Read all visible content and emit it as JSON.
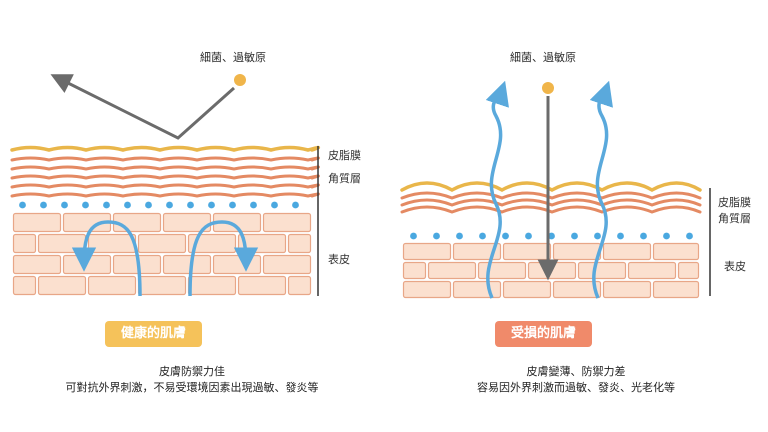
{
  "colors": {
    "sebum": "#e9b64a",
    "stratum": "#e48a63",
    "cell_fill": "#fbe0cf",
    "cell_stroke": "#e8a687",
    "dot": "#4aa8e0",
    "arrow_blue": "#5aa9dc",
    "arrow_gray": "#6b6b6b",
    "bacteria": "#f0b54a",
    "badge_healthy": "#f5c25a",
    "badge_damaged": "#f08a6a"
  },
  "healthy": {
    "pathogen_label": "細菌、過敏原",
    "layer_labels": {
      "sebum": "皮脂膜",
      "stratum": "角質層",
      "epidermis": "表皮"
    },
    "badge": "健康的肌膚",
    "desc_line1": "皮膚防禦力佳",
    "desc_line2": "可對抗外界刺激，不易受環境因素出現過敏、發炎等"
  },
  "damaged": {
    "pathogen_label": "細菌、過敏原",
    "layer_labels": {
      "sebum": "皮脂膜",
      "stratum": "角質層",
      "epidermis": "表皮"
    },
    "badge": "受損的肌膚",
    "desc_line1": "皮膚變薄、防禦力差",
    "desc_line2": "容易因外界刺激而過敏、發炎、光老化等"
  }
}
